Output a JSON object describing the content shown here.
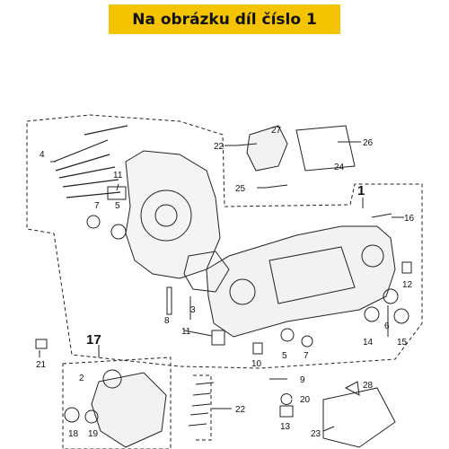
{
  "header": {
    "title": "Na obrázku díl číslo 1"
  },
  "diagram": {
    "callouts": [
      "1",
      "2",
      "3",
      "4",
      "5",
      "6",
      "7",
      "8",
      "9",
      "10",
      "11",
      "12",
      "13",
      "14",
      "15",
      "16",
      "17",
      "18",
      "19",
      "20",
      "21",
      "22",
      "23",
      "24",
      "25",
      "26",
      "27",
      "28"
    ]
  },
  "colors": {
    "banner": "#f5c400",
    "line": "#222222",
    "text": "#111111"
  }
}
